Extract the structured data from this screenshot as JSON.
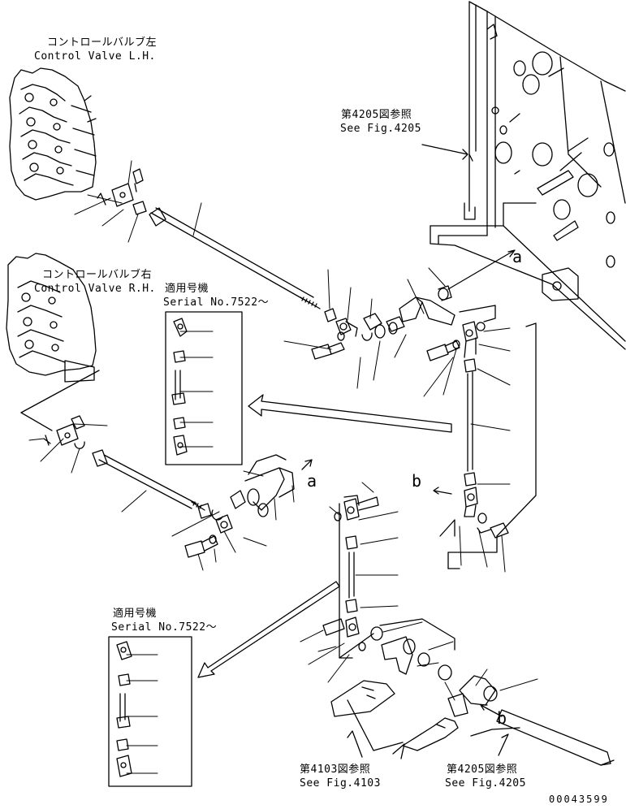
{
  "labels": {
    "control_valve_lh": {
      "jp": "コントロールバルブ左",
      "en": "Control Valve L.H."
    },
    "control_valve_rh": {
      "jp": "コントロールバルブ右",
      "en": "Control Valve R.H."
    },
    "see_fig_4205_top": {
      "jp": "第4205図参照",
      "en": "See Fig.4205"
    },
    "serial_upper": {
      "jp": "適用号機",
      "en": "Serial No.7522～"
    },
    "serial_lower": {
      "jp": "適用号機",
      "en": "Serial No.7522～"
    },
    "see_fig_4103": {
      "jp": "第4103図参照",
      "en": "See Fig.4103"
    },
    "see_fig_4205_bottom": {
      "jp": "第4205図参照",
      "en": "See Fig.4205"
    }
  },
  "callouts": {
    "a": "a",
    "b": "b"
  },
  "drawing_code": "00043599"
}
